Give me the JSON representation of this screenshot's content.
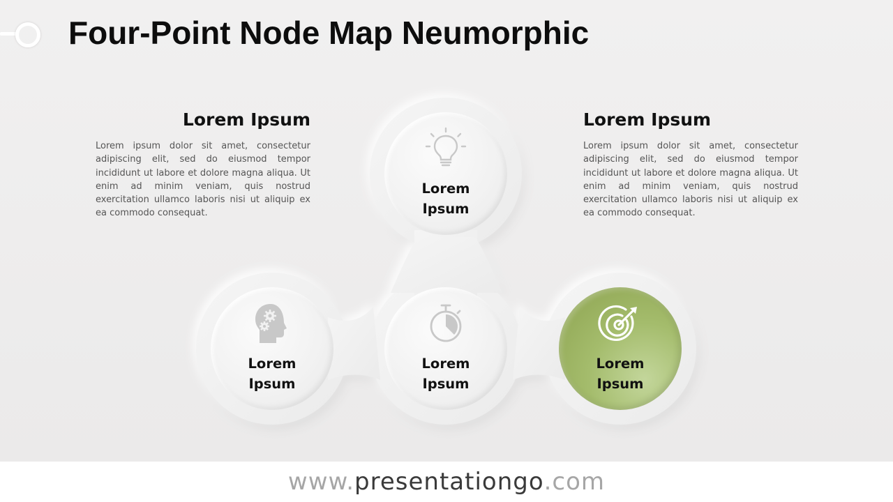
{
  "header": {
    "title": "Four-Point Node Map Neumorphic"
  },
  "text_blocks": {
    "left": {
      "heading": "Lorem Ipsum",
      "body": "Lorem ipsum dolor sit amet, consectetur adipiscing elit, sed do eiusmod tempor incididunt ut labore et dolore magna aliqua. Ut enim ad minim veniam, quis nostrud exercitation ullamco laboris nisi ut aliquip ex ea commodo consequat."
    },
    "right": {
      "heading": "Lorem Ipsum",
      "body": "Lorem ipsum dolor sit amet, consectetur adipiscing elit, sed do eiusmod tempor incididunt ut labore et dolore magna aliqua. Ut enim ad minim veniam, quis nostrud exercitation ullamco laboris nisi ut aliquip ex ea commodo consequat."
    }
  },
  "nodes": {
    "top": {
      "line1": "Lorem",
      "line2": "Ipsum",
      "icon": "lightbulb-icon"
    },
    "left": {
      "line1": "Lorem",
      "line2": "Ipsum",
      "icon": "head-gears-icon"
    },
    "center": {
      "line1": "Lorem",
      "line2": "Ipsum",
      "icon": "stopwatch-icon"
    },
    "right": {
      "line1": "Lorem",
      "line2": "Ipsum",
      "icon": "target-icon"
    }
  },
  "footer": {
    "www": "www.",
    "domain": "presentationgo",
    "tld": ".com"
  },
  "colors": {
    "accent": "#a4bc6c",
    "icon_gray": "#c8c8c8",
    "background": "#efeeee"
  }
}
